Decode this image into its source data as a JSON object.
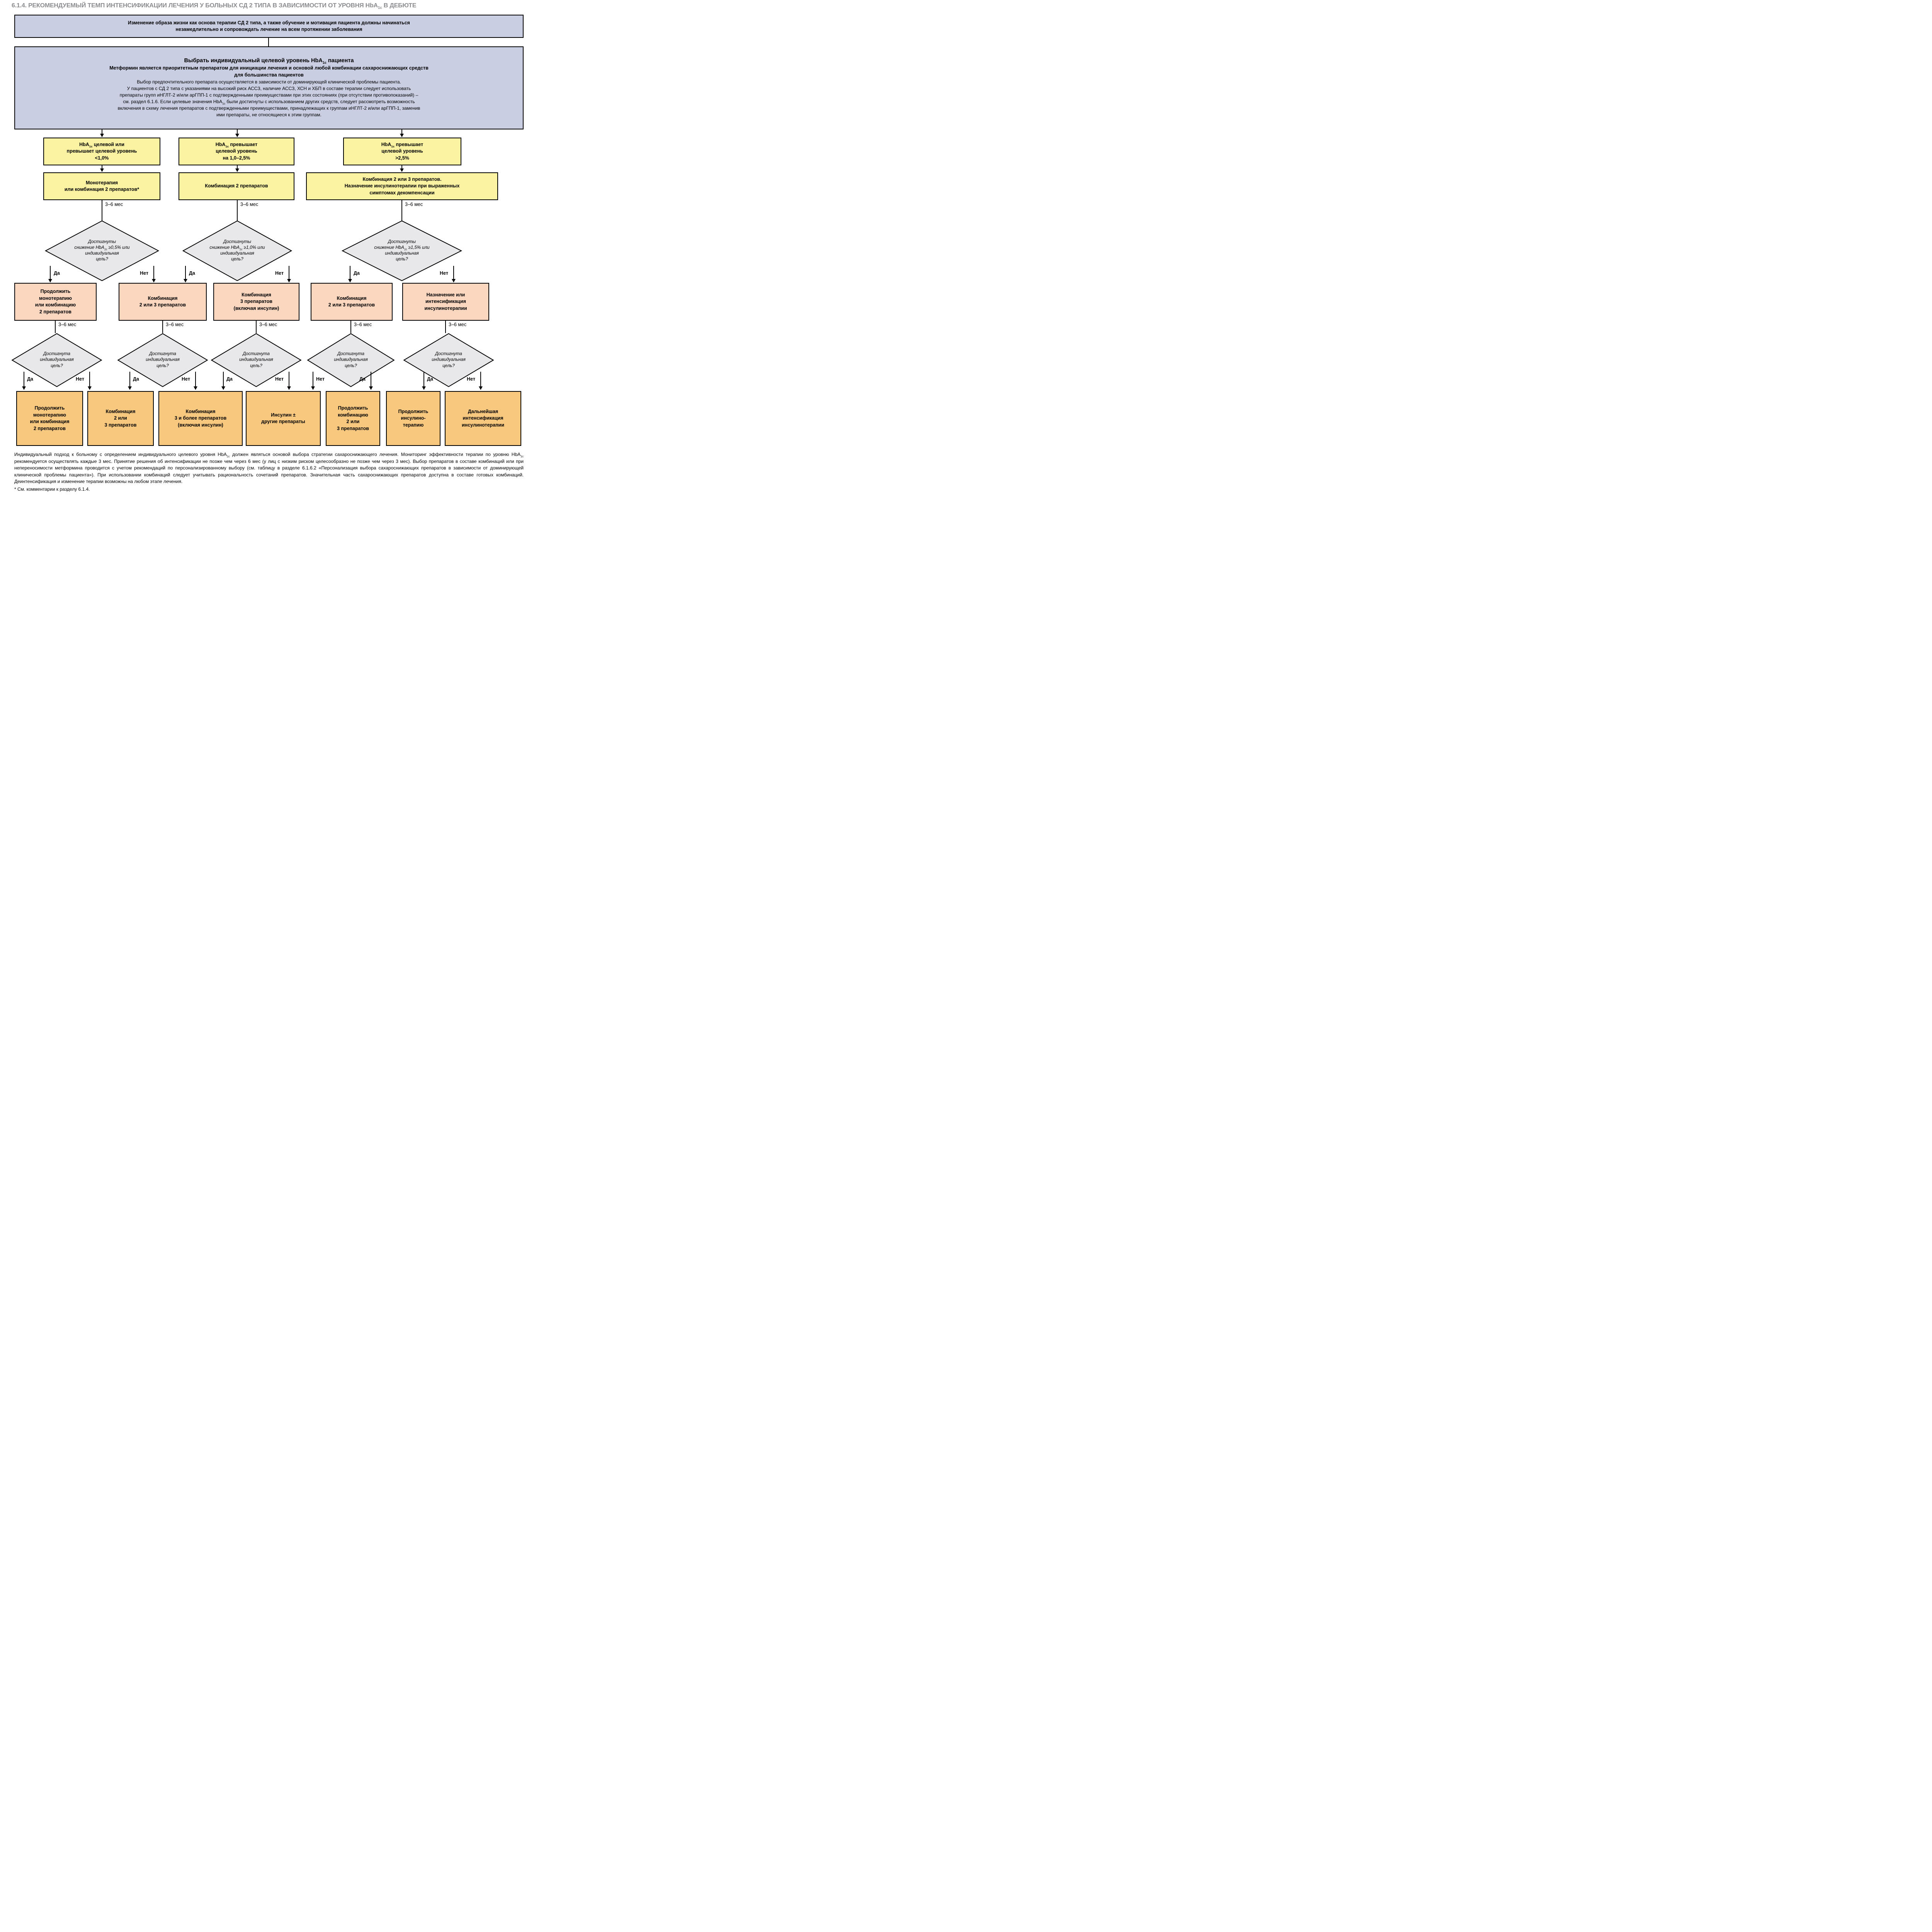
{
  "colors": {
    "title_gray": "#8b8d90",
    "blue_box": "#c9cee3",
    "yellow_box": "#fbf3a1",
    "pink_box": "#fbd7bf",
    "orange_box": "#f9c87f",
    "diamond_gray": "#e8e8ea",
    "border": "#000000"
  },
  "labels": {
    "interval": "3–6 мес",
    "yes": "Да",
    "no": "Нет"
  },
  "title": {
    "a": "6.1.4.  РЕКОМЕНДУЕМЫЙ ТЕМП ИНТЕНСИФИКАЦИИ ЛЕЧЕНИЯ У БОЛЬНЫХ СД 2 ТИПА В ЗАВИСИМОСТИ ОТ УРОВНЯ HbA",
    "sub": "1c",
    "b": " В ДЕБЮТЕ"
  },
  "lifestyle_box": {
    "line1": "Изменение образа жизни как основа терапии СД 2 типа, а также обучение и мотивация пациента должны начинаться",
    "line2": "незамедлительно и сопровождать лечение на всем протяжении заболевания"
  },
  "target_box": {
    "head_a": "Выбрать индивидуальный целевой уровень HbA",
    "head_sub": "1c",
    "head_b": " пациента",
    "bold1": "Метформин является приоритетным препаратом для инициации лечения и основой любой комбинации сахароснижающих средств",
    "bold2": "для большинства пациентов",
    "body1": "Выбор предпочтительного препарата осуществляется в зависимости от доминирующей клинической проблемы пациента.",
    "body2": "У пациентов с СД 2 типа с указаниями на высокий риск АССЗ, наличие АССЗ, ХСН и ХБП в составе терапии следует использовать",
    "body3": "препараты групп иНГЛТ-2 и/или арГПП-1 с подтвержденными преимуществами при этих состояниях (при отсутствии противопоказаний) –",
    "body4a": "см. раздел 6.1.6. Если целевые значения HbA",
    "body4sub": "1c",
    "body4b": " были достигнуты с использованием других средств, следует рассмотреть возможность",
    "body5": "включения в схему лечения препаратов с подтвержденными преимуществами, принадлежащих к группам иНГЛТ-2 и/или арГПП-1, заменив",
    "body6": "ими препараты, не относящиеся к этим группам."
  },
  "yellow_row1": [
    {
      "a": "HbA",
      "sub": "1c",
      "b": " целевой или",
      "l2": "превышает целевой уровень",
      "l3": "<1,0%"
    },
    {
      "a": "HbA",
      "sub": "1c",
      "b": " превышает",
      "l2": "целевой уровень",
      "l3": "на 1,0–2,5%"
    },
    {
      "a": "HbA",
      "sub": "1c",
      "b": " превышает",
      "l2": "целевой уровень",
      "l3": ">2,5%"
    }
  ],
  "yellow_row2": [
    {
      "l1": "Монотерапия",
      "l2": "или комбинация 2 препаратов*"
    },
    {
      "l1": "Комбинация 2 препаратов"
    },
    {
      "l1": "Комбинация 2 или 3 препаратов.",
      "l2": "Назначение инсулинотерапии при выраженных",
      "l3": "симптомах декомпенсации"
    }
  ],
  "diamonds_row1": [
    {
      "l1": "Достигнуты",
      "l2a": "снижение HbA",
      "l2sub": "1c",
      "l2b": " ≥0,5% или",
      "l3": "индивидуальная",
      "l4": "цель?"
    },
    {
      "l1": "Достигнуты",
      "l2a": "снижение HbA",
      "l2sub": "1c",
      "l2b": " ≥1,0% или",
      "l3": "индивидуальная",
      "l4": "цель?"
    },
    {
      "l1": "Достигнуты",
      "l2a": "снижение HbA",
      "l2sub": "1c",
      "l2b": " ≥1,5% или",
      "l3": "индивидуальная",
      "l4": "цель?"
    }
  ],
  "goal_diamond": {
    "l1": "Достигнута",
    "l2": "индивидуальная",
    "l3": "цель?"
  },
  "pink_row": [
    {
      "l1": "Продолжить",
      "l2": "монотерапию",
      "l3": "или комбинацию",
      "l4": "2 препаратов"
    },
    {
      "l1": "Комбинация",
      "l2": "2 или 3 препаратов"
    },
    {
      "l1": "Комбинация",
      "l2": "3 препаратов",
      "l3": "(включая инсулин)"
    },
    {
      "l1": "Комбинация",
      "l2": "2 или 3 препаратов"
    },
    {
      "l1": "Назначение или",
      "l2": "интенсификация",
      "l3": "инсулинотерапии"
    }
  ],
  "bottom_row": [
    {
      "l1": "Продолжить",
      "l2": "монотерапию",
      "l3": "или комбинация",
      "l4": "2 препаратов"
    },
    {
      "l1": "Комбинация",
      "l2": "2 или",
      "l3": "3 препаратов"
    },
    {
      "l1": "Комбинация",
      "l2": "3 и более препаратов",
      "l3": "(включая инсулин)"
    },
    {
      "l1": "Инсулин ±",
      "l2": "другие препараты"
    },
    {
      "l1": "Продолжить",
      "l2": "комбинацию",
      "l3": "2 или",
      "l4": "3 препаратов"
    },
    {
      "l1": "Продолжить",
      "l2": "инсулино-",
      "l3": "терапию"
    },
    {
      "l1": "Дальнейшая",
      "l2": "интенсификация",
      "l3": "инсулинотерапии"
    }
  ],
  "footer": {
    "t1": "Индивидуальный подход к больному с определением индивидуального целевого уровня HbA",
    "sub1": "1c",
    "t2": " должен являться основой выбора стратегии сахароснижающего лечения. Мониторинг эффективности терапии по уровню HbA",
    "sub2": "1c",
    "t3": " рекомендуется осуществлять каждые 3 мес. Принятие решения об интенсификации не позже чем через 6 мес (у лиц с низким риском целесообразно не позже чем через 3 мес). Выбор препаратов в составе комбинаций или при непереносимости метформина проводится с учетом рекомендаций по персонализированному выбору (см. таблицу в разделе 6.1.6.2 «Персонализация выбора сахароснижающих препаратов в зависимости от доминирующей клинической проблемы пациента»). При использовании комбинаций следует учитывать рациональность сочетаний препаратов. Значительная часть сахароснижающих препаратов доступна в составе готовых комбинаций. Деинтенсификация и изменение терапии возможны на любом этапе лечения.",
    "footnote": "* См. комментарии к разделу 6.1.4."
  }
}
